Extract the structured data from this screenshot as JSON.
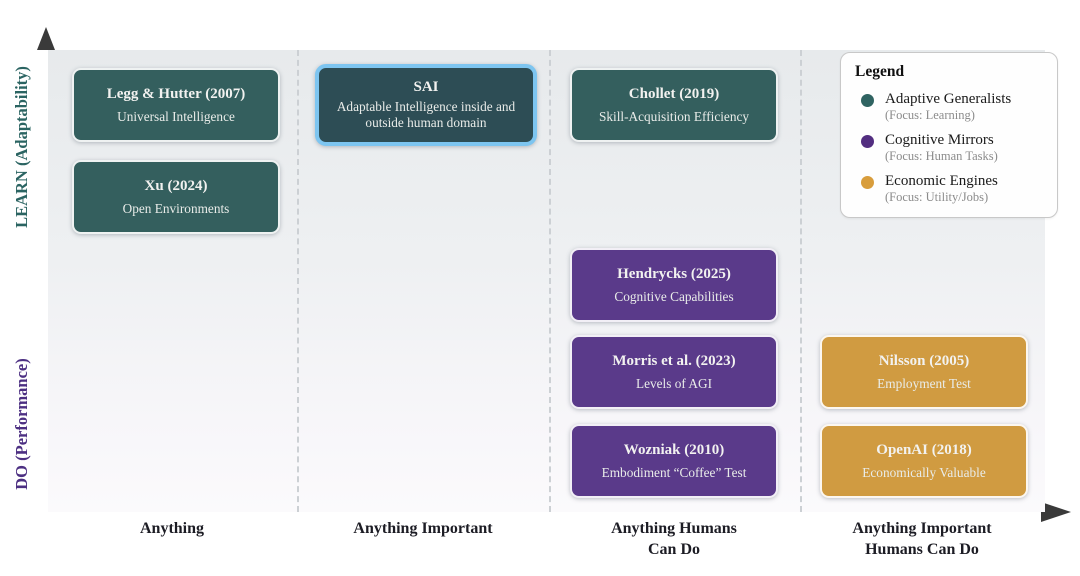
{
  "axes": {
    "y_top_label": "LEARN (Adaptability)",
    "y_bottom_label": "DO (Performance)",
    "x_categories": [
      {
        "lines": [
          "Anything"
        ]
      },
      {
        "lines": [
          "Anything Important"
        ]
      },
      {
        "lines": [
          "Anything Humans",
          "Can Do"
        ]
      },
      {
        "lines": [
          "Anything Important",
          "Humans Can Do"
        ]
      }
    ]
  },
  "legend": {
    "title": "Legend",
    "items": [
      {
        "name": "Adaptive Generalists",
        "focus": "(Focus: Learning)",
        "color": "#2f6361"
      },
      {
        "name": "Cognitive Mirrors",
        "focus": "(Focus: Human Tasks)",
        "color": "#522e80"
      },
      {
        "name": "Economic Engines",
        "focus": "(Focus: Utility/Jobs)",
        "color": "#d89d3c"
      }
    ]
  },
  "colors": {
    "adaptive_generalists": "#345f5e",
    "cognitive_mirrors": "#5a3a8a",
    "economic_engines": "#d09b41",
    "sai": "#2d4d55",
    "sai_border": "#7dc5f0",
    "learn_label": "#2b6462",
    "do_label": "#4c2f82",
    "axis_arrow": "#3a3a3a"
  },
  "boxes": [
    {
      "id": "legg-hutter",
      "col": 0,
      "slot": 0,
      "category": "adaptive_generalists",
      "title": "Legg & Hutter (2007)",
      "subtitle": "Universal Intelligence"
    },
    {
      "id": "xu",
      "col": 0,
      "slot": 1,
      "category": "adaptive_generalists",
      "title": "Xu (2024)",
      "subtitle": "Open Environments"
    },
    {
      "id": "sai",
      "col": 1,
      "slot": 0,
      "category": "sai",
      "highlight": true,
      "title": "SAI",
      "subtitle": "Adaptable Intelligence inside and outside human domain"
    },
    {
      "id": "chollet",
      "col": 2,
      "slot": 0,
      "category": "adaptive_generalists",
      "title": "Chollet (2019)",
      "subtitle": "Skill-Acquisition Efficiency"
    },
    {
      "id": "hendrycks",
      "col": 2,
      "slot": 2,
      "category": "cognitive_mirrors",
      "title": "Hendrycks (2025)",
      "subtitle": "Cognitive Capabilities"
    },
    {
      "id": "morris",
      "col": 2,
      "slot": 3,
      "category": "cognitive_mirrors",
      "title": "Morris et al. (2023)",
      "subtitle": "Levels of AGI"
    },
    {
      "id": "wozniak",
      "col": 2,
      "slot": 4,
      "category": "cognitive_mirrors",
      "title": "Wozniak (2010)",
      "subtitle": "Embodiment “Coffee” Test"
    },
    {
      "id": "nilsson",
      "col": 3,
      "slot": 3,
      "category": "economic_engines",
      "title": "Nilsson (2005)",
      "subtitle": "Employment Test"
    },
    {
      "id": "openai",
      "col": 3,
      "slot": 4,
      "category": "economic_engines",
      "title": "OpenAI (2018)",
      "subtitle": "Economically Valuable"
    }
  ]
}
